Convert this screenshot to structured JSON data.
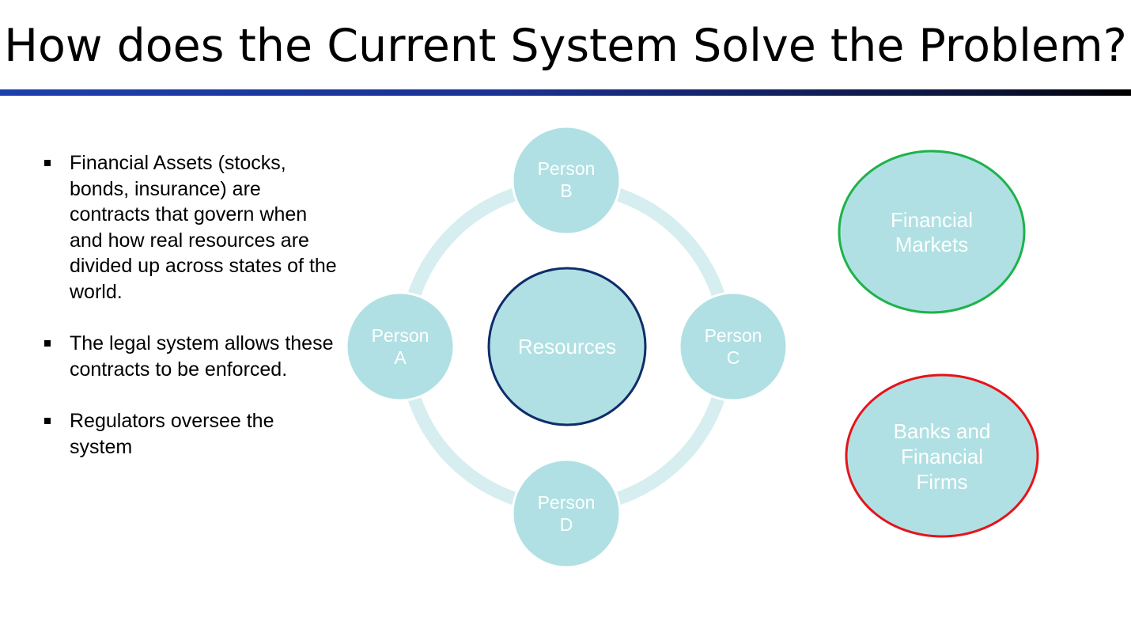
{
  "slide": {
    "title": "How does the Current System Solve the Problem?"
  },
  "bullets": [
    "Financial Assets (stocks, bonds, insurance) are contracts that govern when and how real resources are divided up across states of the world.",
    "The legal system allows these contracts to be enforced.",
    "Regulators oversee the system"
  ],
  "cycle": {
    "center": "Resources",
    "nodes": [
      {
        "line1": "Person",
        "line2": "B"
      },
      {
        "line1": "Person",
        "line2": "C"
      },
      {
        "line1": "Person",
        "line2": "D"
      },
      {
        "line1": "Person",
        "line2": "A"
      }
    ]
  },
  "institutions": {
    "financial_markets": {
      "line1": "Financial",
      "line2": "Markets"
    },
    "banks": {
      "line1": "Banks and",
      "line2": "Financial",
      "line3": "Firms"
    }
  },
  "colors": {
    "node_fill": "#b0e0e3",
    "ring": "#d6eef0",
    "center_border": "#0f2d6b",
    "markets_border": "#1db34a",
    "banks_border": "#e5141b",
    "title_rule": "#1a3294"
  }
}
